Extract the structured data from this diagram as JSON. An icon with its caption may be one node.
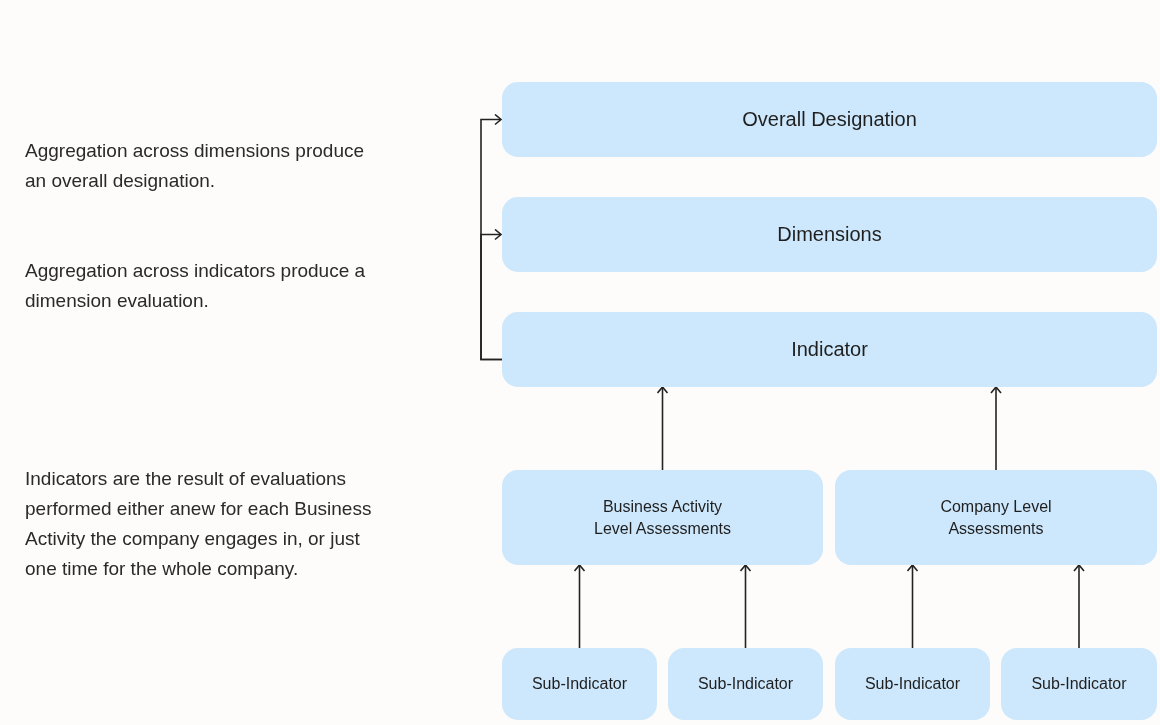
{
  "diagram": {
    "nodes": [
      {
        "text": [
          "Overall Designation"
        ]
      },
      {
        "text": [
          "Dimensions"
        ]
      },
      {
        "text": [
          "Indicator"
        ]
      },
      {
        "text": [
          "Business Activity Level Assessments"
        ]
      },
      {
        "text": [
          "Company Level Assessments"
        ]
      },
      {
        "text": [
          "Sub-Indicator"
        ]
      },
      {
        "text": [
          "Sub-Indicator"
        ]
      },
      {
        "text": [
          "Sub-Indicator"
        ]
      },
      {
        "text": [
          "Sub-Indicator"
        ]
      }
    ],
    "edges": [
      {
        "from": 2,
        "to": 1,
        "arrow": "to"
      },
      {
        "from": 2,
        "to": 0,
        "arrow": "to"
      },
      {
        "from": 3,
        "to": 2,
        "arrow": "to"
      },
      {
        "from": 4,
        "to": 2,
        "arrow": "to"
      },
      {
        "from": 5,
        "to": 3,
        "arrow": "to"
      },
      {
        "from": 6,
        "to": 3,
        "arrow": "to"
      },
      {
        "from": 7,
        "to": 4,
        "arrow": "to"
      },
      {
        "from": 8,
        "to": 4,
        "arrow": "to"
      }
    ],
    "labels": [
      "Aggregation across dimensions produce an overall designation.",
      "Aggregation across indicators produce a dimension evaluation.",
      "Indicators are the result of evaluations performed either anew for each Business Activity the company engages in, or just one time for the whole company."
    ]
  }
}
